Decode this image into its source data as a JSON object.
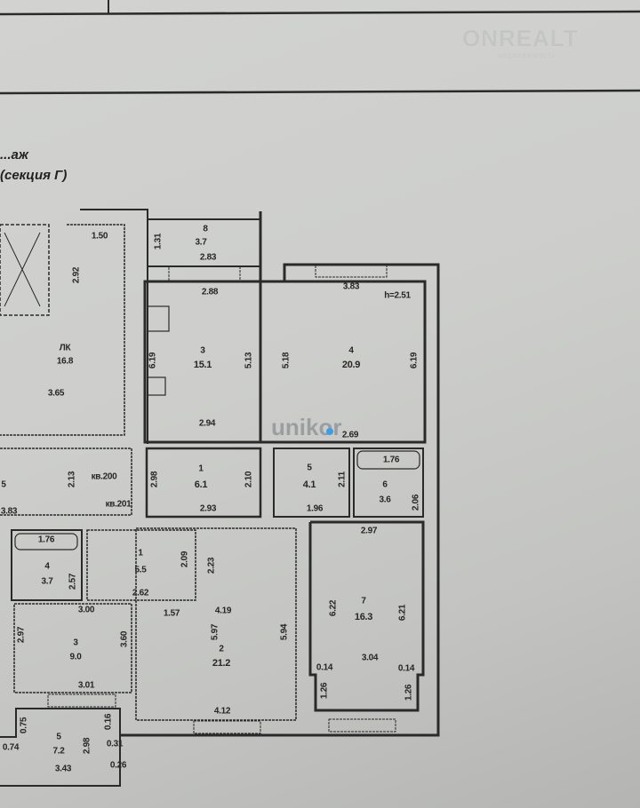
{
  "watermarks": {
    "onrealt": "ONREALT",
    "onrealt_sub": "недвижимость",
    "unikor": "unikor"
  },
  "header": {
    "title_line1": "...аж",
    "title_line2": "(секция Г)"
  },
  "stair": {
    "w": "1.50",
    "h": "2.92",
    "code": "ЛК",
    "area": "16.8",
    "d": "3.65"
  },
  "corridor": {
    "h": "2.13",
    "apt1": "кв.200",
    "apt2": "кв.201",
    "w": "3.83",
    "num": "5"
  },
  "apt200": {
    "r8": {
      "num": "8",
      "area": "3.7",
      "w": "2.83",
      "h": "1.31"
    },
    "r3": {
      "num": "3",
      "area": "15.1",
      "w_top": "2.88",
      "w_bot": "2.94",
      "h_l": "6.19",
      "h_r": "5.13"
    },
    "r4": {
      "num": "4",
      "area": "20.9",
      "w_top": "3.83",
      "w_bot": "2.69",
      "h_l": "5.18",
      "h_r": "6.19",
      "height": "h=2.51"
    },
    "r1": {
      "num": "1",
      "area": "6.1",
      "w": "2.93",
      "h_l": "2.98",
      "h_r": "2.10"
    },
    "r5": {
      "num": "5",
      "area": "4.1",
      "w": "1.96",
      "h": "2.11"
    },
    "r6": {
      "num": "6",
      "area": "3.6",
      "bath": "1.76",
      "h": "2.06"
    },
    "r7": {
      "num": "7",
      "area": "16.3",
      "w_top": "2.97",
      "w_mid": "3.04",
      "h_l": "6.22",
      "h_r": "6.21",
      "n_l": "0.14",
      "n_r": "0.14",
      "b_l": "1.26",
      "b_r": "1.26"
    }
  },
  "apt201": {
    "r4": {
      "num": "4",
      "area": "3.7",
      "bath": "1.76",
      "h": "2.57"
    },
    "r1": {
      "num": "1",
      "area": "5.5",
      "w": "2.62",
      "h": "2.09"
    },
    "r2": {
      "num": "2",
      "area": "21.2",
      "h_top": "2.23",
      "w1": "1.57",
      "w2": "4.19",
      "h_l": "5.97",
      "h_r": "5.94",
      "w_bot": "4.12"
    },
    "r3": {
      "num": "3",
      "area": "9.0",
      "w_top": "3.00",
      "w_bot": "3.01",
      "h_l": "2.97",
      "h_r": "3.60"
    },
    "r5": {
      "num": "5",
      "area": "7.2",
      "a": "0.75",
      "b": "2.98",
      "c": "0.16",
      "d": "0.31",
      "e": "0.74",
      "w": "3.43",
      "f": "0.26"
    }
  }
}
